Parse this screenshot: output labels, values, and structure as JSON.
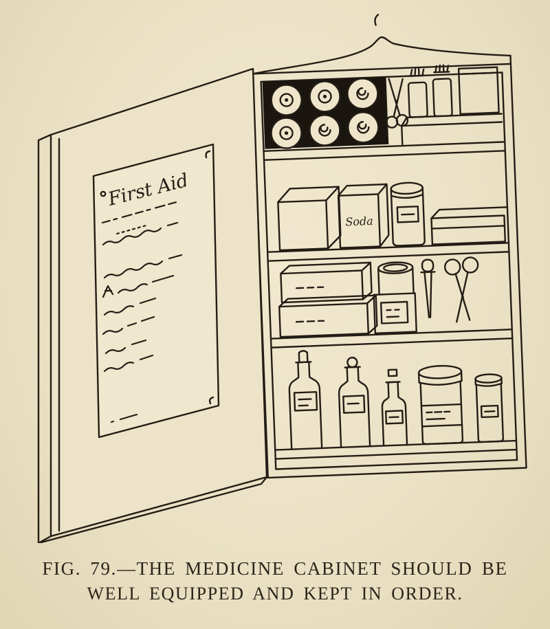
{
  "page": {
    "background_color": "#ebe2c6",
    "ink_color": "#241d15",
    "paper_color": "#eee6cd"
  },
  "illustration": {
    "subject": "open medicine cabinet",
    "door_list": {
      "title": "First Aid"
    },
    "labels": {
      "soda_box": "Soda"
    },
    "shelf_items": [
      "bandage-rolls",
      "scissors",
      "small-bottles",
      "carton",
      "tray",
      "cube-box",
      "soda-box",
      "jar",
      "long-box",
      "stacked-boxes",
      "tin",
      "labelled-box",
      "dropper",
      "forceps",
      "corked-bottle",
      "stoppered-bottle",
      "small-bottle",
      "mason-jar",
      "small-jar"
    ]
  },
  "caption": {
    "line1": "FIG. 79.—THE MEDICINE CABINET SHOULD BE",
    "line2": "WELL EQUIPPED AND KEPT IN ORDER."
  }
}
